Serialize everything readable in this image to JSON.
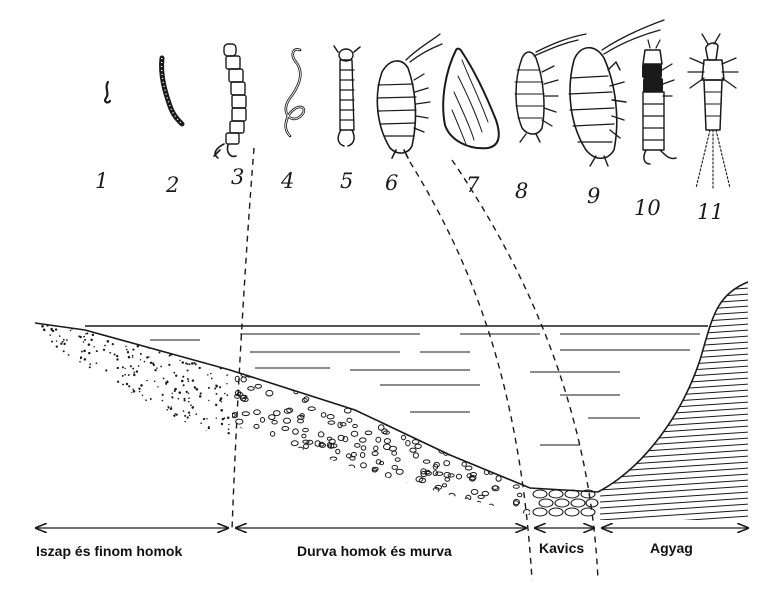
{
  "organisms": [
    {
      "label": "1",
      "icon": "tiny-worm-icon"
    },
    {
      "label": "2",
      "icon": "segmented-worm-icon"
    },
    {
      "label": "3",
      "icon": "chironomid-larva-icon"
    },
    {
      "label": "4",
      "icon": "tubifex-loop-icon"
    },
    {
      "label": "5",
      "icon": "larva-icon"
    },
    {
      "label": "6",
      "icon": "amphipod-icon"
    },
    {
      "label": "7",
      "icon": "mussel-shell-icon"
    },
    {
      "label": "8",
      "icon": "crustacean-icon"
    },
    {
      "label": "9",
      "icon": "gammarus-icon"
    },
    {
      "label": "10",
      "icon": "caddisfly-larva-icon"
    },
    {
      "label": "11",
      "icon": "mayfly-nymph-icon"
    }
  ],
  "zones": [
    {
      "label": "Iszap és finom homok"
    },
    {
      "label": "Durva homok és murva"
    },
    {
      "label": "Kavics"
    },
    {
      "label": "Agyag"
    }
  ],
  "colors": {
    "ink": "#1a1a1a",
    "background": "#ffffff"
  }
}
